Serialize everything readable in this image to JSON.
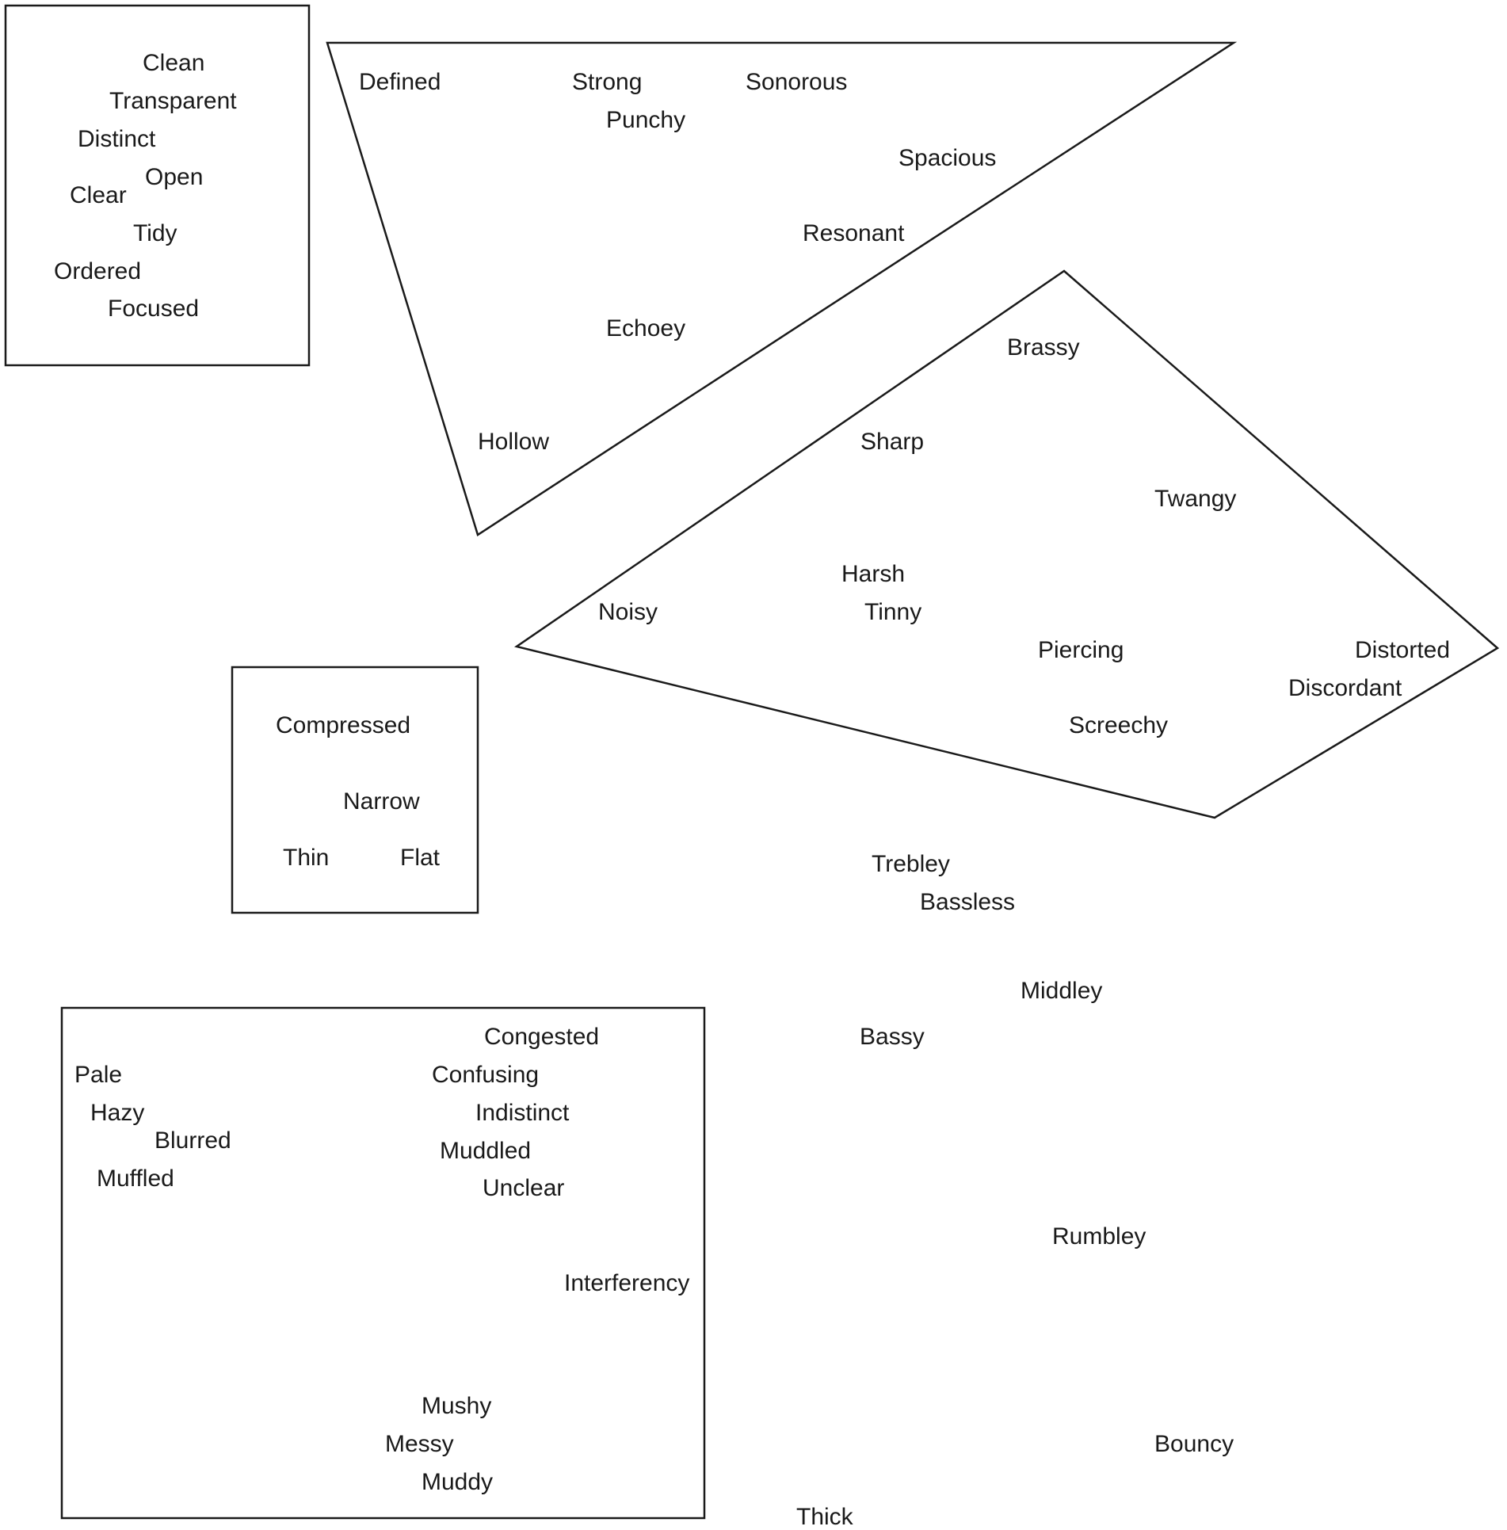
{
  "groups": {
    "top_left_box": {
      "words": [
        "Clean",
        "Transparent",
        "Distinct",
        "Open",
        "Clear",
        "Tidy",
        "Ordered",
        "Focused"
      ]
    },
    "upper_triangle": {
      "words": [
        "Defined",
        "Strong",
        "Sonorous",
        "Punchy",
        "Spacious",
        "Resonant",
        "Echoey",
        "Hollow"
      ]
    },
    "right_quadrilateral": {
      "words": [
        "Brassy",
        "Sharp",
        "Twangy",
        "Harsh",
        "Noisy",
        "Tinny",
        "Piercing",
        "Distorted",
        "Discordant",
        "Screechy"
      ]
    },
    "middle_box": {
      "words": [
        "Compressed",
        "Narrow",
        "Thin",
        "Flat"
      ]
    },
    "bottom_box": {
      "words": [
        "Congested",
        "Pale",
        "Confusing",
        "Hazy",
        "Indistinct",
        "Blurred",
        "Muddled",
        "Muffled",
        "Unclear",
        "Interferency",
        "Mushy",
        "Messy",
        "Muddy"
      ]
    },
    "ungrouped": {
      "words": [
        "Trebley",
        "Bassless",
        "Middley",
        "Bassy",
        "Rumbley",
        "Bouncy",
        "Thick"
      ]
    }
  },
  "colors": {
    "stroke": "#1a1a1a",
    "text": "#1a1a1a",
    "background": "#ffffff"
  }
}
